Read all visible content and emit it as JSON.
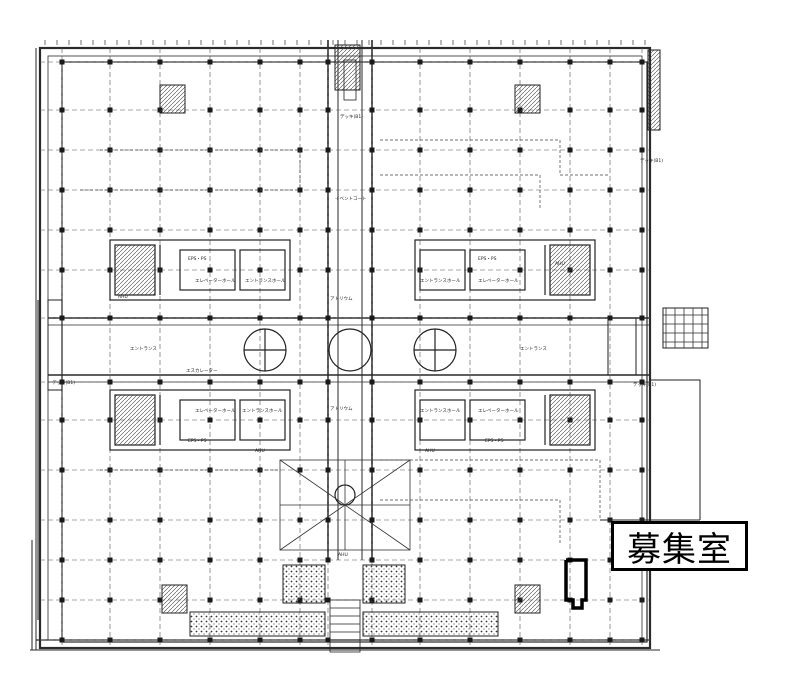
{
  "callout": {
    "label": "募集室",
    "highlight_color": "#000000"
  },
  "plan": {
    "line_color": "#2a2a2a",
    "rooms": {
      "elevator_hall_nw": "エレベーターホール",
      "entrance_hall_nw": "エントランスホール",
      "elevator_hall_ne": "エレベーターホール",
      "entrance_hall_ne": "エントランスホール",
      "elevator_hall_sw": "エレベーターホール",
      "entrance_hall_sw": "エントランスホール",
      "elevator_hall_se": "エレベーターホール",
      "entrance_hall_se": "エントランスホール",
      "ahu_nw": "AHU",
      "ahu_ne": "AHU",
      "ahu_sw": "AHU",
      "ahu_se": "AHU",
      "ahu_center": "AHU",
      "eps_nw": "EPS・PS",
      "eps_ne": "EPS・PS",
      "eps_sw": "EPS・PS",
      "eps_se": "EPS・PS",
      "entrance_e": "エントランス",
      "entrance_w": "エントランス",
      "escalator_c": "エスカレーター",
      "atrium_n": "アトリウム",
      "atrium_s": "アトリウム",
      "corridor_n": "イベントコート",
      "deck_ne": "デッキ(B1)",
      "deck_n": "デッキ(B1)",
      "deck_e": "デッキ(B1)",
      "deck_w": "デッキ(B1)"
    }
  }
}
